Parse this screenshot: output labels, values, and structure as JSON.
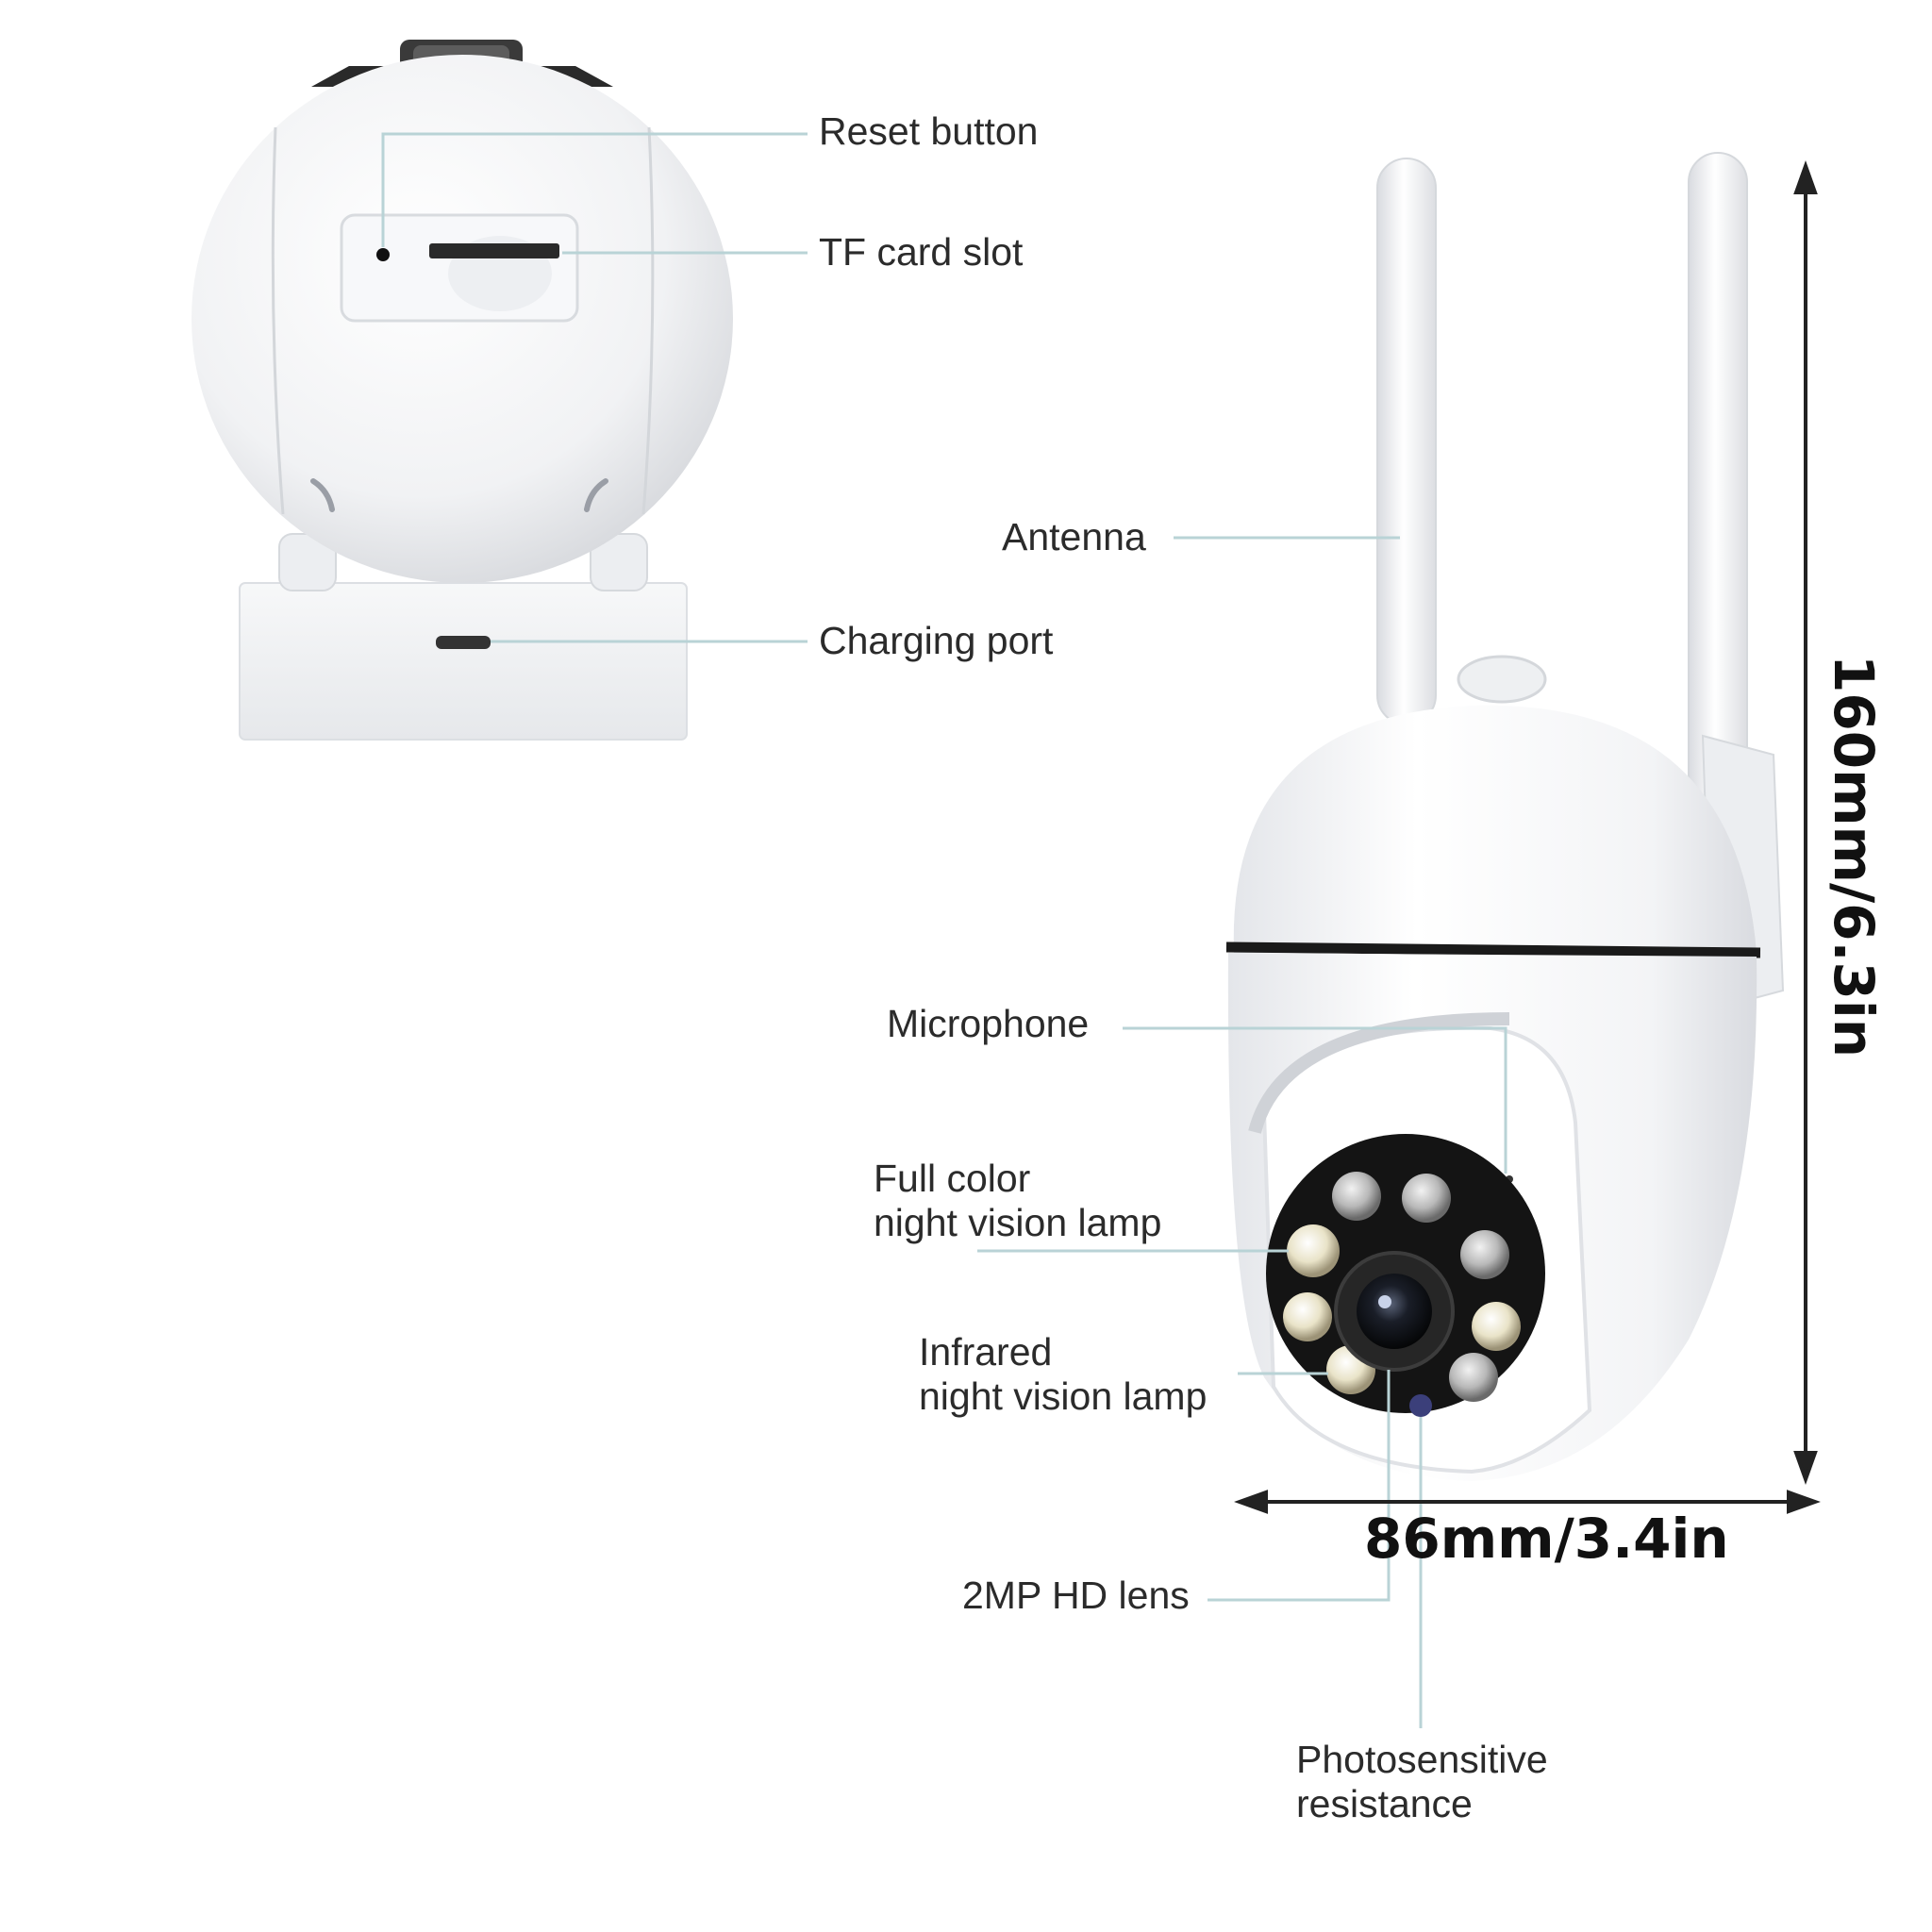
{
  "diagram": {
    "labels": {
      "reset_button": "Reset button",
      "tf_card_slot": "TF card slot",
      "charging_port": "Charging port",
      "antenna": "Antenna",
      "microphone": "Microphone",
      "full_color_lamp": [
        "Full color",
        "night vision lamp"
      ],
      "infrared_lamp": [
        "Infrared",
        "night vision lamp"
      ],
      "hd_lens": "2MP HD lens",
      "photosensitive": [
        "Photosensitive",
        "resistance"
      ]
    },
    "dimensions": {
      "height": "160mm/6.3in",
      "width": "86mm/3.4in"
    },
    "colors": {
      "body": "#f4f5f7",
      "shadow": "#d9dbe0",
      "face": "#141414",
      "leader_line": "#b9d3d6",
      "dimension_line": "#222222"
    }
  }
}
